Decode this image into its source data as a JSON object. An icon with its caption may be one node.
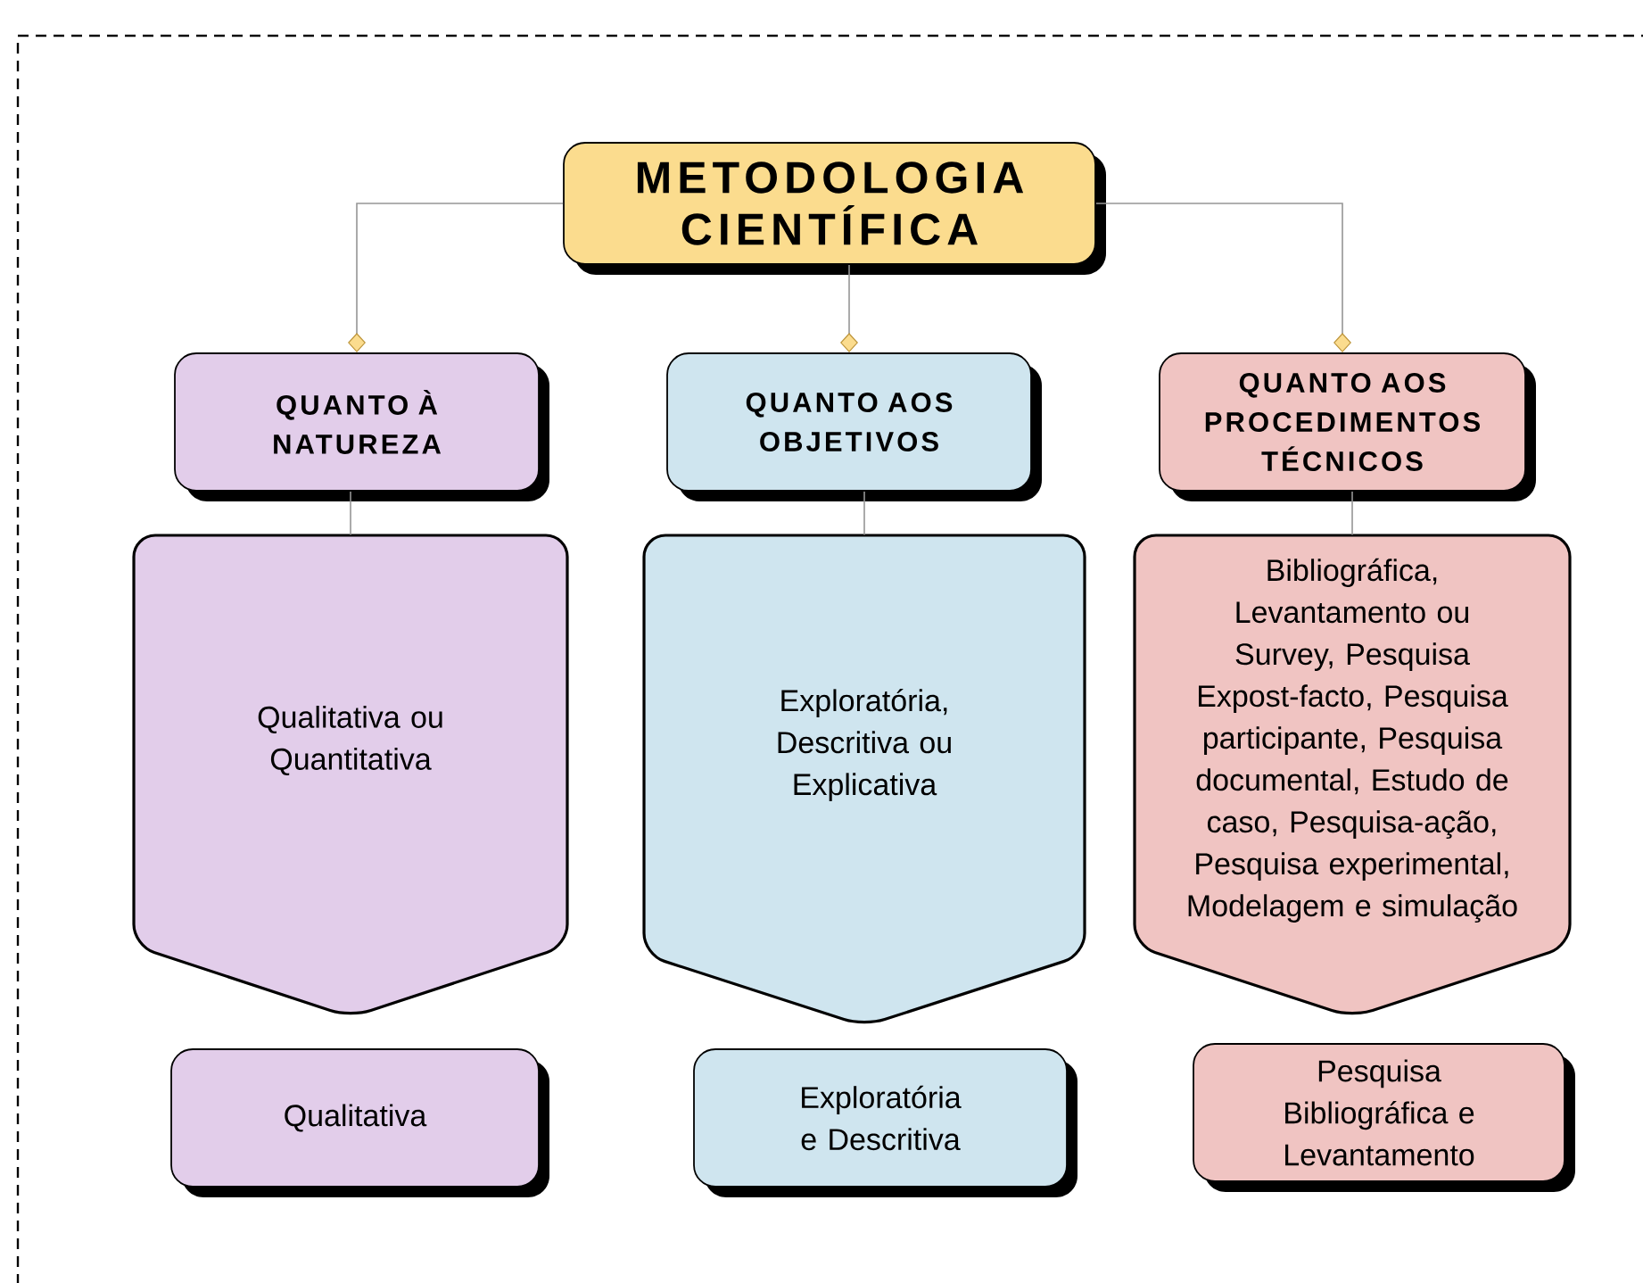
{
  "diagram": {
    "nodes": [
      {
        "text": [
          "METODOLOGIA CIENTÍFICA"
        ]
      },
      {
        "text": [
          "QUANTO À NATUREZA"
        ]
      },
      {
        "text": [
          "QUANTO AOS OBJETIVOS"
        ]
      },
      {
        "text": [
          "QUANTO AOS PROCEDIMENTOS TÉCNICOS"
        ]
      },
      {
        "text": [
          "Qualitativa ou Quantitativa"
        ]
      },
      {
        "text": [
          "Exploratória, Descritiva ou Explicativa"
        ]
      },
      {
        "text": [
          "Bibliográfica, Levantamento ou Survey, Pesquisa Expost-facto, Pesquisa participante, Pesquisa documental, Estudo de caso, Pesquisa-ação, Pesquisa experimental, Modelagem e simulação"
        ]
      },
      {
        "text": [
          "Qualitativa"
        ]
      },
      {
        "text": [
          "Exploratória e Descritiva"
        ]
      },
      {
        "text": [
          "Pesquisa Bibliográfica e Levantamento"
        ]
      }
    ],
    "edges": [
      {
        "from": 0,
        "to": 1,
        "arrow": "other"
      },
      {
        "from": 0,
        "to": 2,
        "arrow": "other"
      },
      {
        "from": 0,
        "to": 3,
        "arrow": "other"
      },
      {
        "from": 1,
        "to": 4,
        "arrow": "none"
      },
      {
        "from": 2,
        "to": 5,
        "arrow": "none"
      },
      {
        "from": 3,
        "to": 6,
        "arrow": "none"
      }
    ]
  }
}
